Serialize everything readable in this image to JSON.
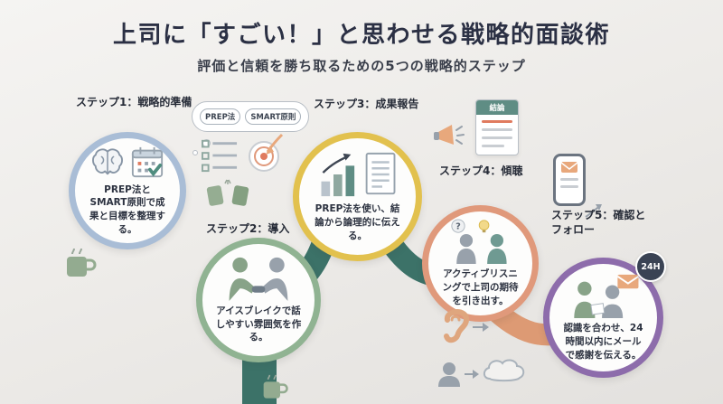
{
  "header": {
    "title": "上司に「すごい！」と思わせる戦略的面談術",
    "subtitle": "評価と信頼を勝ち取るための5つの戦略的ステップ"
  },
  "steps": [
    {
      "label": "ステップ1：戦略的準備",
      "text": "PREP法とSMART原則で成果と目標を整理する。",
      "ring_color": "#a9bdd6"
    },
    {
      "label": "ステップ2：導入",
      "text": "アイスブレイクで話しやすい雰囲気を作る。",
      "ring_color": "#90b392"
    },
    {
      "label": "ステップ3：成果報告",
      "text": "PREP法を使い、結論から論理的に伝える。",
      "ring_color": "#e2c14e"
    },
    {
      "label": "ステップ4：傾聴",
      "text": "アクティブリスニングで上司の期待を引き出す。",
      "ring_color": "#e0997b"
    },
    {
      "label": "ステップ5：確認とフォロー",
      "text": "認識を合わせ、24時間以内にメールで感謝を伝える。",
      "ring_color": "#8d6cab"
    }
  ],
  "callouts": {
    "prep_badge": "PREP法",
    "smart_badge": "SMART原則",
    "conclusion_doc_header": "結論",
    "badge_24h": "24H"
  },
  "colors": {
    "background": "#edebe8",
    "title_text": "#2b3044",
    "ribbon_teal": "#3c7268",
    "ribbon_orange": "#dd9a74",
    "accent_orange": "#e8a87c"
  },
  "icons": [
    "brain-icon",
    "calendar-icon",
    "handshake-icon",
    "bar-chart-growth-icon",
    "report-doc-icon",
    "listening-people-icon",
    "follow-up-people-icon",
    "megaphone-icon",
    "conclusion-doc-icon",
    "phone-icon",
    "envelope-icon",
    "ear-icon",
    "thought-cloud-icon",
    "thinking-person-icon",
    "coffee-toast-icon",
    "coffee-cup-icon",
    "checklist-icon",
    "target-icon",
    "prep-smart-bubble",
    "24h-badge"
  ]
}
